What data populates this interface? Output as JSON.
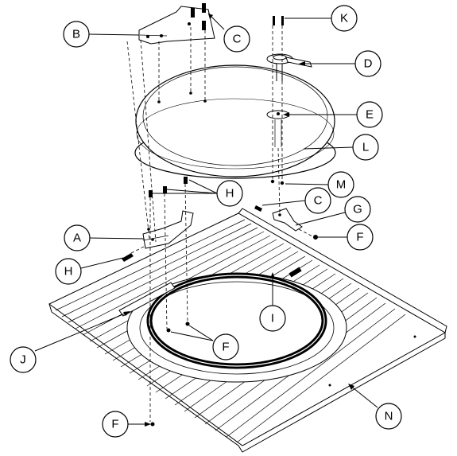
{
  "callouts": [
    {
      "id": "A",
      "text": "A"
    },
    {
      "id": "B",
      "text": "B"
    },
    {
      "id": "C1",
      "text": "C"
    },
    {
      "id": "C2",
      "text": "C"
    },
    {
      "id": "D",
      "text": "D"
    },
    {
      "id": "E",
      "text": "E"
    },
    {
      "id": "F1",
      "text": "F"
    },
    {
      "id": "F2",
      "text": "F"
    },
    {
      "id": "F3",
      "text": "F"
    },
    {
      "id": "G",
      "text": "G"
    },
    {
      "id": "H1",
      "text": "H"
    },
    {
      "id": "H2",
      "text": "H"
    },
    {
      "id": "I",
      "text": "I"
    },
    {
      "id": "J",
      "text": "J"
    },
    {
      "id": "K",
      "text": "K"
    },
    {
      "id": "L",
      "text": "L"
    },
    {
      "id": "M",
      "text": "M"
    },
    {
      "id": "N",
      "text": "N"
    }
  ]
}
